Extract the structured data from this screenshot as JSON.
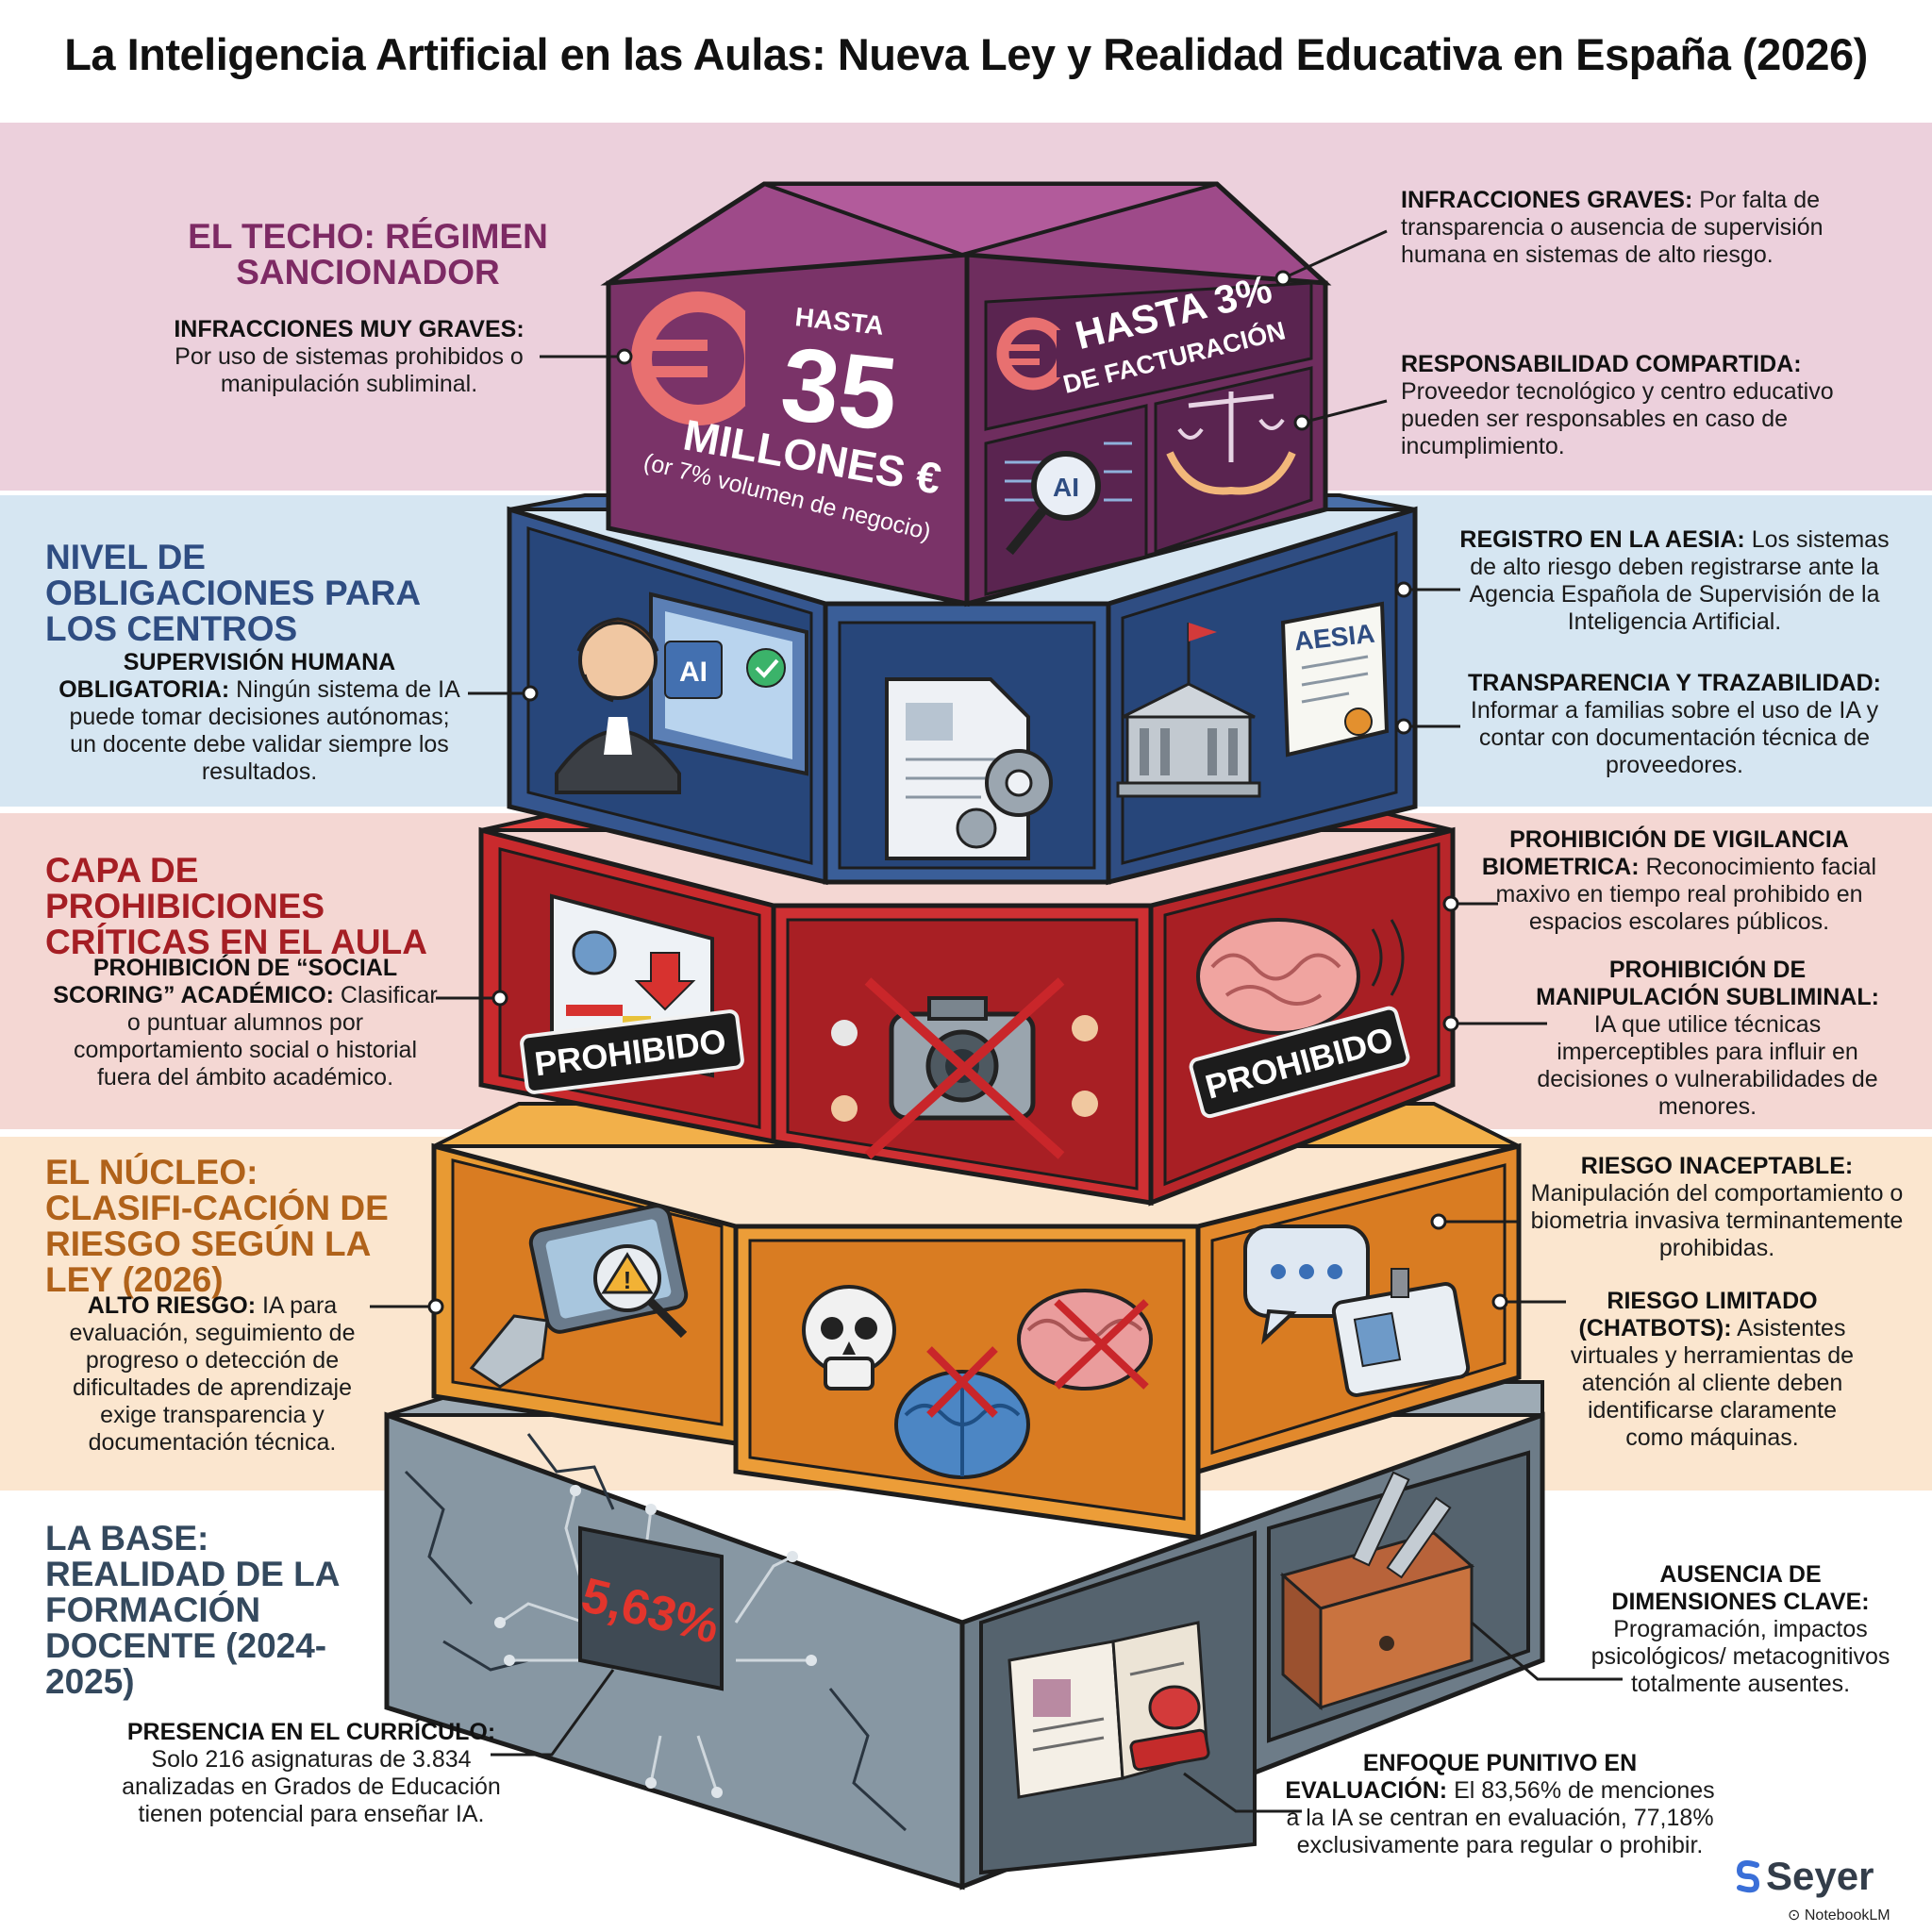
{
  "title": "La Inteligencia Artificial en las Aulas: Nueva Ley y Realidad Educativa en España (2026)",
  "colors": {
    "band_top": "#ecd0dc",
    "band_blue": "#d6e6f2",
    "band_red": "#f4d7d3",
    "band_orange": "#fbe6cf",
    "band_gray": "#ffffff",
    "purple": "#6e2d5e",
    "blue": "#35568f",
    "red": "#c6252b",
    "orange": "#e8912f",
    "gray": "#8596a3"
  },
  "sections": {
    "techo": {
      "title": "EL TECHO: RÉGIMEN SANCIONADOR",
      "left_heading": "INFRACCIONES MUY GRAVES:",
      "left_text": "Por uso de sistemas prohibidos o manipulación subliminal.",
      "right1_heading": "INFRACCIONES GRAVES:",
      "right1_text": "Por falta de transparencia o ausencia de supervisión humana en sistemas de alto riesgo.",
      "right2_heading": "RESPONSABILIDAD COMPARTIDA:",
      "right2_text": "Proveedor tecnológico y centro educativo pueden ser responsables en caso de incumplimiento."
    },
    "obligaciones": {
      "title": "NIVEL DE OBLIGACIONES PARA LOS CENTROS",
      "left_heading": "SUPERVISIÓN HUMANA OBLIGATORIA:",
      "left_text": "Ningún sistema de IA puede tomar decisiones autónomas; un docente debe validar siempre los resultados.",
      "right1_heading": "REGISTRO EN LA AESIA:",
      "right1_text": "Los sistemas de alto riesgo deben registrarse ante la Agencia Española de Supervisión de la Inteligencia Artificial.",
      "right2_heading": "TRANSPARENCIA Y TRAZABILIDAD:",
      "right2_text": "Informar a familias sobre el uso de IA y contar con documentación técnica de proveedores."
    },
    "prohibiciones": {
      "title": "CAPA DE PROHIBICIONES CRÍTICAS EN EL AULA",
      "left_heading": "PROHIBICIÓN DE “SOCIAL SCORING” ACADÉMICO:",
      "left_text": "Clasificar o puntuar alumnos por comportamiento social o historial fuera del ámbito académico.",
      "right1_heading": "PROHIBICIÓN DE VIGILANCIA BIOMETRICA:",
      "right1_text": "Reconocimiento facial maxivo en tiempo real prohibido en espacios escolares públicos.",
      "right2_heading": "PROHIBICIÓN DE MANIPULACIÓN SUBLIMINAL:",
      "right2_text": "IA que utilice técnicas imperceptibles para influir en decisiones o vulnerabilidades de menores."
    },
    "nucleo": {
      "title": "EL NÚCLEO: CLASIFI-CACIÓN DE RIESGO SEGÚN LA LEY (2026)",
      "left_heading": "ALTO RIESGO:",
      "left_text": "IA para evaluación, seguimiento de progreso o detección de dificultades de aprendizaje exige transparencia y documentación técnica.",
      "right1_heading": "RIESGO INACEPTABLE:",
      "right1_text": "Manipulación del comportamiento o biometria invasiva terminantemente prohibidas.",
      "right2_heading": "RIESGO LIMITADO (CHATBOTS):",
      "right2_text": "Asistentes virtuales y herramientas de atención al cliente deben identificarse claramente como máquinas."
    },
    "base": {
      "title": "LA BASE: REALIDAD DE LA FORMACIÓN DOCENTE (2024-2025)",
      "left_heading": "PRESENCIA EN EL CURRÍCULO:",
      "left_text": "Solo 216 asignaturas de 3.834 analizadas en Grados de Educación tienen potencial para enseñar IA.",
      "right1_heading": "AUSENCIA DE DIMENSIONES CLAVE:",
      "right1_text": "Programación, impactos psicológicos/ metacognitivos totalmente ausentes.",
      "right2_heading": "ENFOQUE PUNITIVO EN EVALUACIÓN:",
      "right2_text": "El 83,56% de menciones a la IA se centran en evaluación, 77,18% exclusivamente para regular o prohibir."
    }
  },
  "visual_text": {
    "hasta": "HASTA",
    "amount": "35",
    "millones": "MILLONES €",
    "or_volume": "(or 7% volumen de negocio)",
    "hasta_pct": "HASTA 3%",
    "facturacion": "DE FACTURACIÓN",
    "ai_chip": "AI",
    "magnifier_label": "AI",
    "aesia": "AESIA",
    "prohibido1": "PROHIBIDO",
    "prohibido2": "PROHIBIDO",
    "stat": "5,63%"
  },
  "brand": {
    "name": "Seyer",
    "product": "NotebookLM"
  }
}
